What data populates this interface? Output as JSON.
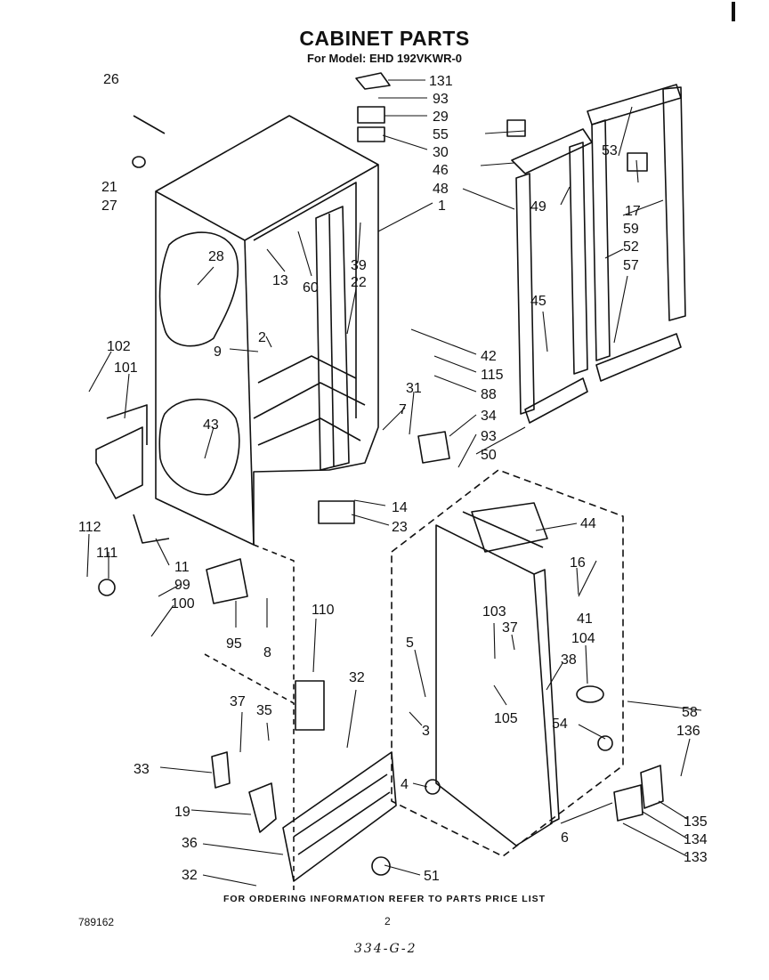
{
  "title": "CABINET PARTS",
  "subtitle": "For Model: EHD 192VKWR-0",
  "footer": "FOR ORDERING INFORMATION REFER TO PARTS PRICE LIST",
  "document_number": "789162",
  "page_number": "2",
  "handwritten_note": "334-G-2",
  "callouts": [
    "26",
    "21",
    "27",
    "131",
    "93",
    "29",
    "55",
    "30",
    "46",
    "48",
    "1",
    "53",
    "17",
    "59",
    "52",
    "57",
    "49",
    "45",
    "28",
    "13",
    "60",
    "39",
    "22",
    "9",
    "2",
    "102",
    "101",
    "43",
    "42",
    "115",
    "88",
    "31",
    "34",
    "93",
    "50",
    "7",
    "14",
    "23",
    "44",
    "16",
    "41",
    "112",
    "111",
    "11",
    "99",
    "100",
    "95",
    "8",
    "110",
    "103",
    "37",
    "104",
    "38",
    "5",
    "3",
    "105",
    "54",
    "58",
    "136",
    "32",
    "37",
    "35",
    "33",
    "4",
    "19",
    "36",
    "6",
    "135",
    "134",
    "133",
    "32",
    "51"
  ]
}
